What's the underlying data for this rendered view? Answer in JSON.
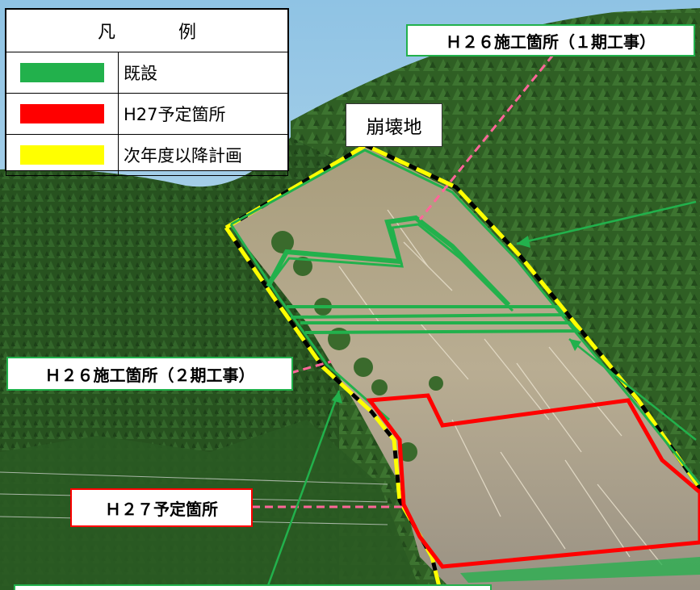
{
  "legend": {
    "title": "凡　例",
    "items": [
      {
        "color": "#22b14c",
        "label": "既設"
      },
      {
        "color": "#ff0000",
        "label": "H27予定箇所"
      },
      {
        "color": "#ffff00",
        "label": "次年度以降計画"
      }
    ]
  },
  "labels": {
    "h26_phase1": "Ｈ２６施工箇所（１期工事）",
    "collapse_site": "崩壊地",
    "h26_phase2": "Ｈ２６施工箇所（２期工事）",
    "h27_planned": "Ｈ２７予定箇所"
  },
  "colors": {
    "existing": "#22b14c",
    "planned": "#ff0000",
    "future": "#ffff00",
    "leader_pink": "#ff6699",
    "forest_dark": "#1f4a1a",
    "sky": "#a9d3ea",
    "landslide": "#b8a88a"
  }
}
